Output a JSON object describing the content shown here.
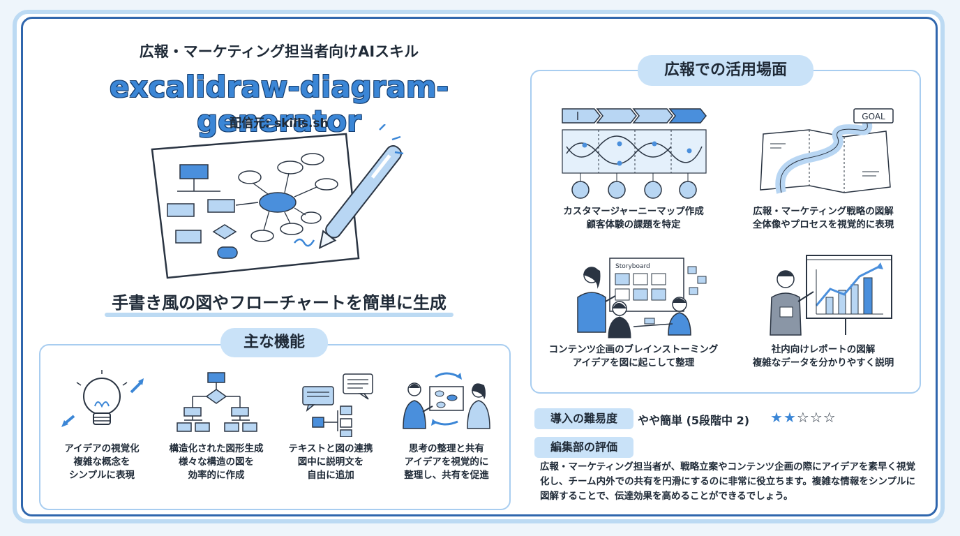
{
  "header": {
    "subtitle": "広報・マーケティング担当者向けAIスキル",
    "title": "excalidraw-diagram-generator",
    "distributor": "配信元: skills.sh",
    "tagline": "手書き風の図やフローチャートを簡単に生成"
  },
  "features": {
    "title": "主な機能",
    "items": [
      {
        "icon": "lightbulb-icon",
        "line1": "アイデアの視覚化",
        "line2": "複雑な概念を",
        "line3": "シンプルに表現"
      },
      {
        "icon": "flowchart-icon",
        "line1": "構造化された図形生成",
        "line2": "様々な構造の図を",
        "line3": "効率的に作成"
      },
      {
        "icon": "chat-diagram-icon",
        "line1": "テキストと図の連携",
        "line2": "図中に説明文を",
        "line3": "自由に追加"
      },
      {
        "icon": "collaboration-icon",
        "line1": "思考の整理と共有",
        "line2": "アイデアを視覚的に",
        "line3": "整理し、共有を促進"
      }
    ]
  },
  "uses": {
    "title": "広報での活用場面",
    "items": [
      {
        "icon": "journey-map-icon",
        "line1": "カスタマージャーニーマップ作成",
        "line2": "顧客体験の課題を特定"
      },
      {
        "icon": "strategy-map-icon",
        "line1": "広報・マーケティング戦略の図解",
        "line2": "全体像やプロセスを視覚的に表現"
      },
      {
        "icon": "brainstorming-icon",
        "line1": "コンテンツ企画のブレインストーミング",
        "line2": "アイデアを図に起こして整理"
      },
      {
        "icon": "report-presentation-icon",
        "line1": "社内向けレポートの図解",
        "line2": "複雑なデータを分かりやすく説明"
      }
    ],
    "goal_label": "GOAL",
    "storyboard_label": "Storyboard"
  },
  "difficulty": {
    "label": "導入の難易度",
    "value": "やや簡単 (5段階中 2)",
    "stars_filled": 2,
    "stars_total": 5
  },
  "evaluation": {
    "label": "編集部の評価",
    "text": "広報・マーケティング担当者が、戦略立案やコンテンツ企画の際にアイデアを素早く視覚化し、チーム内外での共有を円滑にするのに非常に役立ちます。複雑な情報をシンプルに図解することで、伝達効果を高めることができるでしょう。"
  },
  "colors": {
    "accent": "#3b86d6",
    "frame": "#2f66ad",
    "pill": "#c9e2f8",
    "light_border": "#a8cdf0"
  }
}
